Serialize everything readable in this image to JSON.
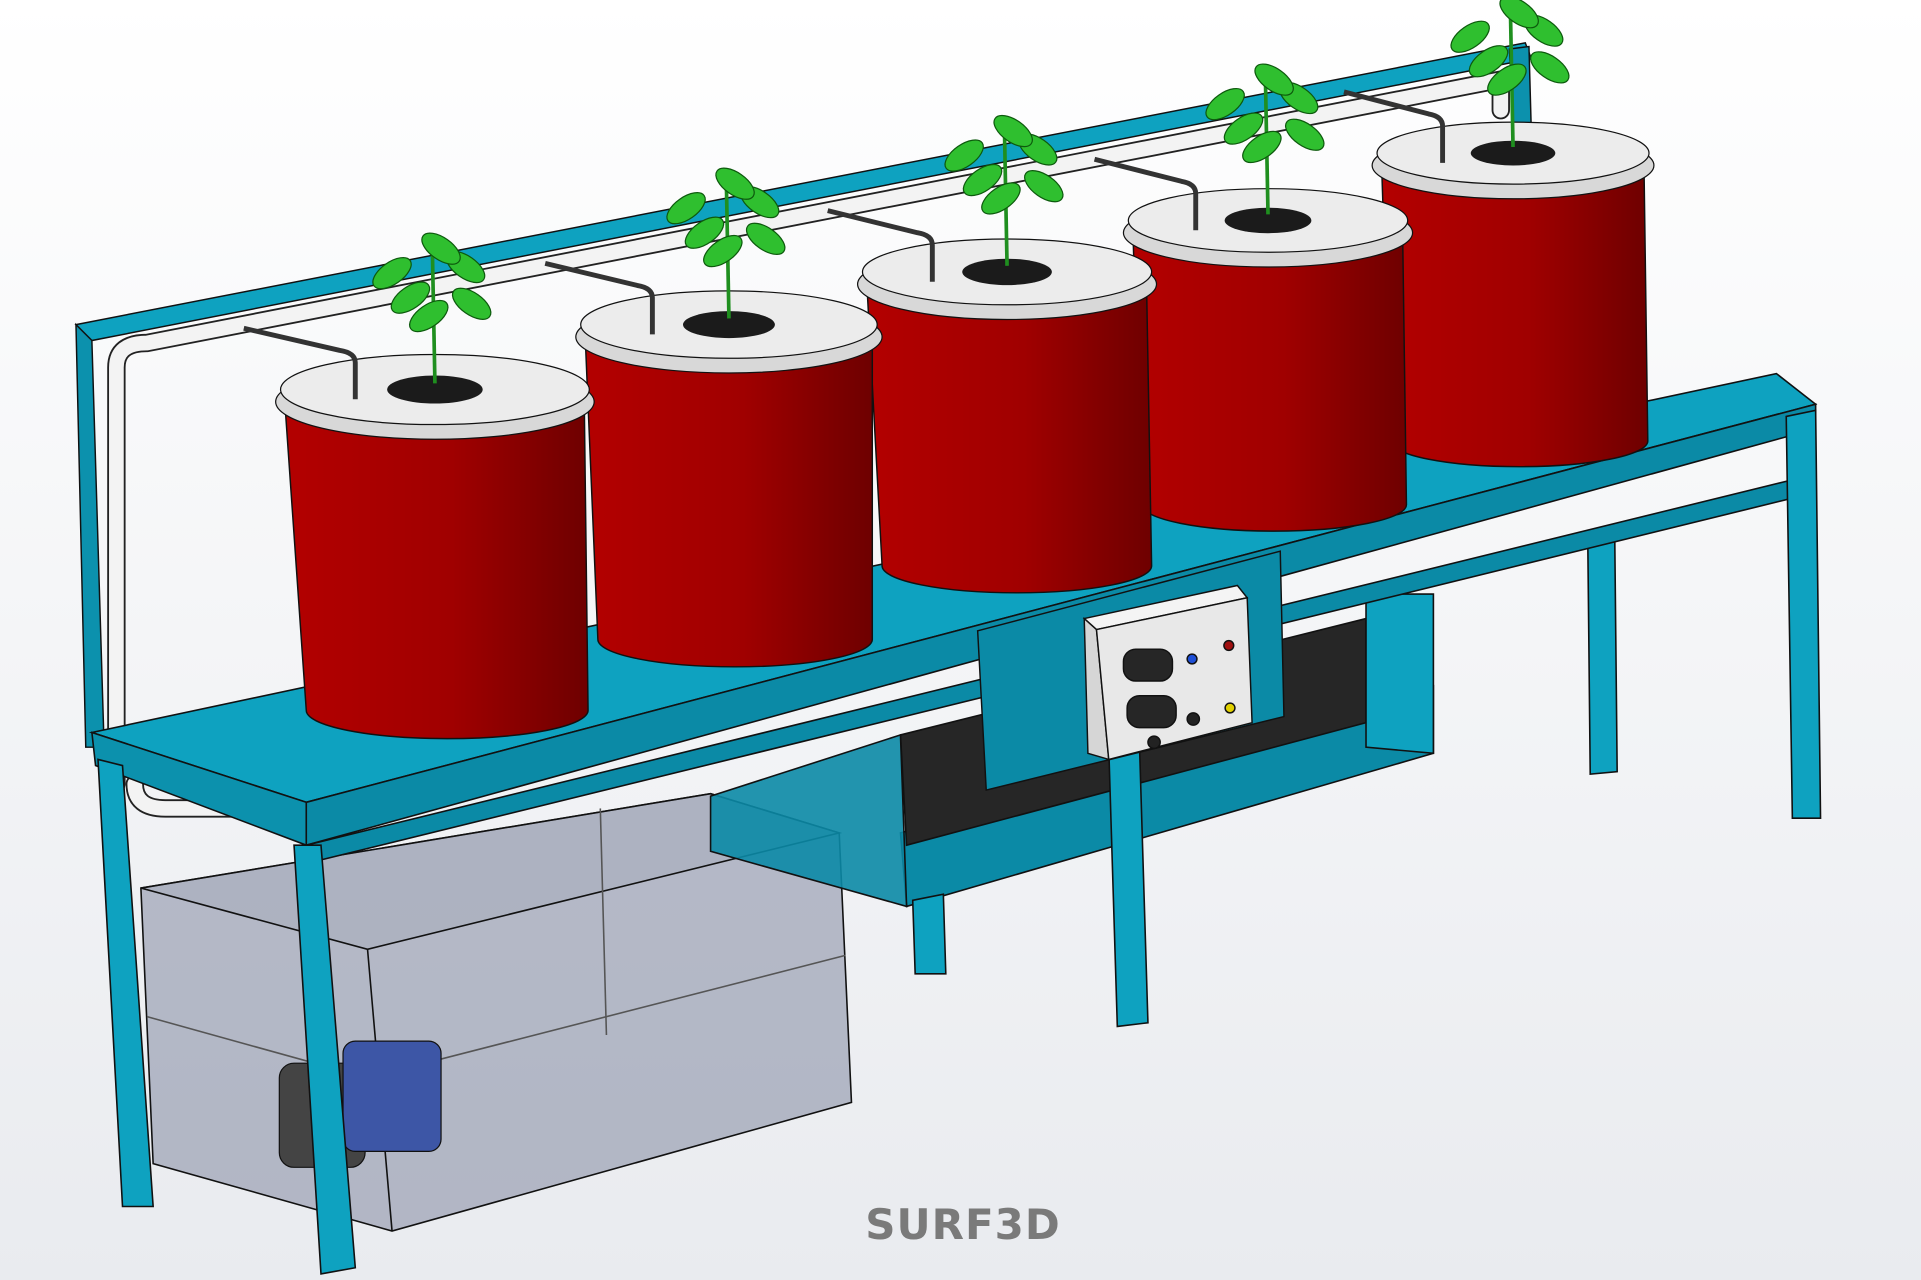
{
  "watermark": {
    "text": "SURF3D"
  },
  "colors": {
    "frame": "#0ea2c0",
    "frame_dark": "#08788f",
    "bucket": "#a00000",
    "bucket_dark": "#7a0000",
    "lid": "#ececec",
    "leaf": "#2fbf2f",
    "tank": "#8c93a8",
    "panel": "#e8e8e8"
  },
  "scene": {
    "buckets": 5,
    "plants": 5,
    "control_panel": {
      "displays": 2,
      "buttons": [
        "blue",
        "red",
        "black",
        "yellow"
      ]
    }
  }
}
